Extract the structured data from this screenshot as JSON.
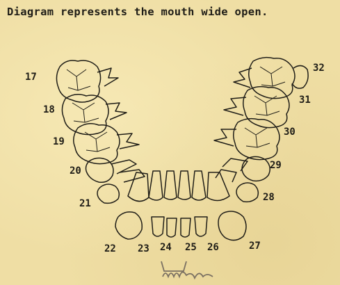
{
  "caption": "Diagram represents the mouth wide open.",
  "tooth_labels": {
    "t17": "17",
    "t18": "18",
    "t19": "19",
    "t20": "20",
    "t21": "21",
    "t22": "22",
    "t23": "23",
    "t24": "24",
    "t25": "25",
    "t26": "26",
    "t27": "27",
    "t28": "28",
    "t29": "29",
    "t30": "30",
    "t31": "31",
    "t32": "32"
  }
}
